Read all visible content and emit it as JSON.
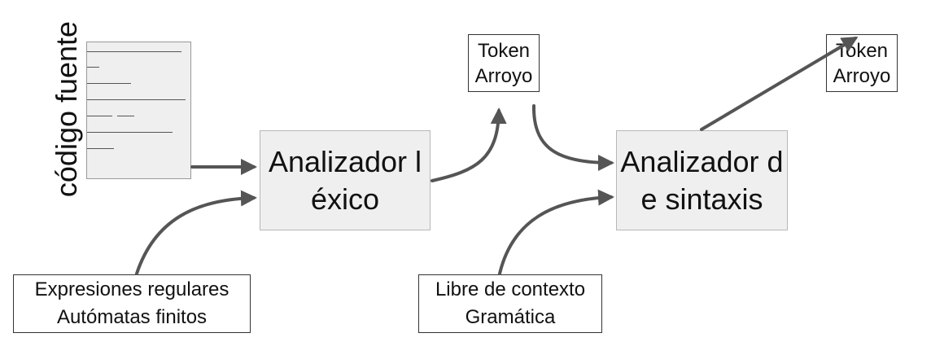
{
  "source": {
    "label": "código fuente"
  },
  "lexer": {
    "line1": "Analizador l",
    "line2": "éxico"
  },
  "parser": {
    "line1": "Analizador d",
    "line2": "e sintaxis"
  },
  "token_stream_1": {
    "line1": "Token",
    "line2": "Arroyo"
  },
  "token_stream_2": {
    "line1": "Token",
    "line2": "Arroyo"
  },
  "regex_note": {
    "line1": "Expresiones regulares",
    "line2": "Autómatas finitos"
  },
  "grammar_note": {
    "line1": "Libre de contexto",
    "line2": "Gramática"
  },
  "colors": {
    "arrow": "#555555",
    "box_fill": "#efefef"
  }
}
